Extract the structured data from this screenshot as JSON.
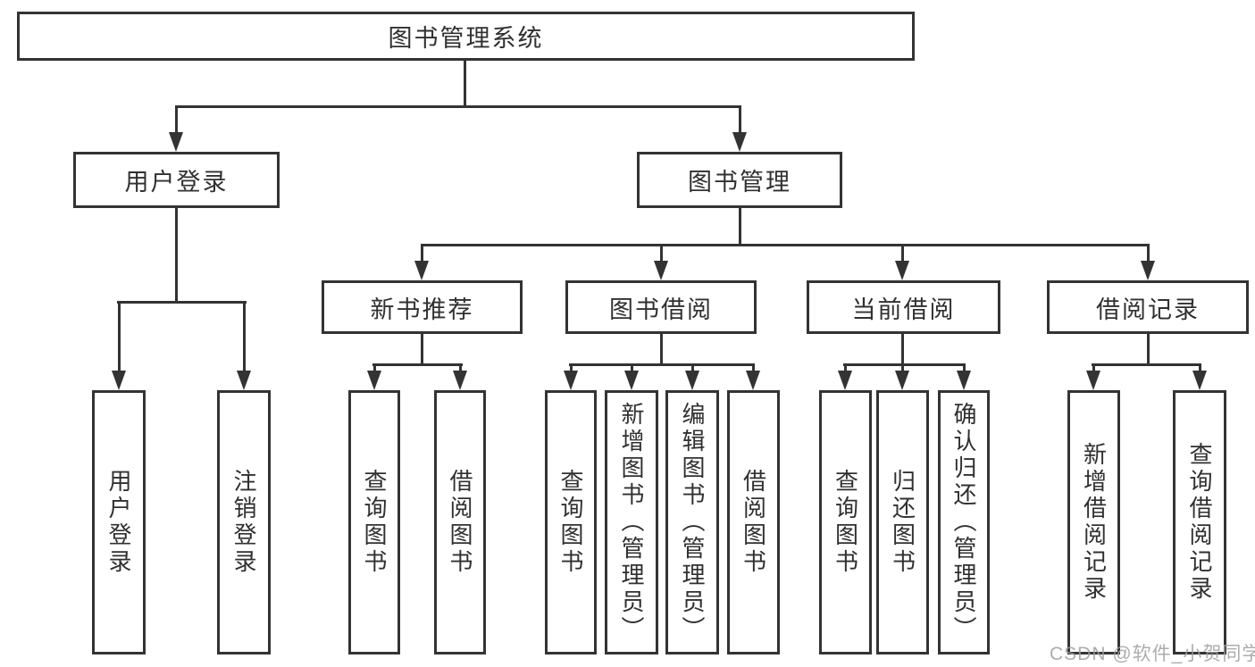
{
  "colors": {
    "line": "#333333",
    "box_border": "#333333",
    "text": "#303030",
    "watermark": "#9e9e9e"
  },
  "watermark": {
    "text": "CSDN @软件_小贺同学"
  },
  "tree": {
    "label": "图书管理系统",
    "children": [
      {
        "label": "用户登录",
        "children": [
          {
            "label": "用户登录"
          },
          {
            "label": "注销登录"
          }
        ]
      },
      {
        "label": "图书管理",
        "children": [
          {
            "label": "新书推荐",
            "children": [
              {
                "label": "查询图书"
              },
              {
                "label": "借阅图书"
              }
            ]
          },
          {
            "label": "图书借阅",
            "children": [
              {
                "label": "查询图书"
              },
              {
                "label": "新增图书（管理员）"
              },
              {
                "label": "编辑图书（管理员）"
              },
              {
                "label": "借阅图书"
              }
            ]
          },
          {
            "label": "当前借阅",
            "children": [
              {
                "label": "查询图书"
              },
              {
                "label": "归还图书"
              },
              {
                "label": "确认归还（管理员）"
              }
            ]
          },
          {
            "label": "借阅记录",
            "children": [
              {
                "label": "新增借阅记录"
              },
              {
                "label": "查询借阅记录"
              }
            ]
          }
        ]
      }
    ]
  }
}
